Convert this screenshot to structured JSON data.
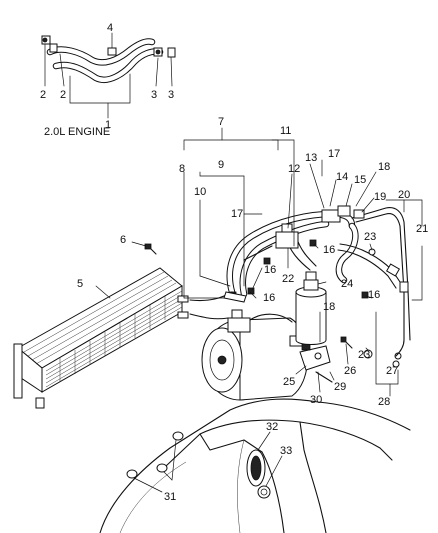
{
  "caption": "2.0L ENGINE",
  "callouts": {
    "c1": "1",
    "c2a": "2",
    "c2b": "2",
    "c3a": "3",
    "c3b": "3",
    "c4": "4",
    "c5": "5",
    "c6": "6",
    "c7": "7",
    "c8": "8",
    "c9": "9",
    "c10": "10",
    "c11": "11",
    "c12": "12",
    "c13": "13",
    "c14": "14",
    "c15": "15",
    "c16a": "16",
    "c16b": "16",
    "c16c": "16",
    "c16d": "16",
    "c17a": "17",
    "c17b": "17",
    "c18a": "18",
    "c18b": "18",
    "c19": "19",
    "c20": "20",
    "c21": "21",
    "c22": "22",
    "c23a": "23",
    "c23b": "23",
    "c24": "24",
    "c25": "25",
    "c26": "26",
    "c27": "27",
    "c28": "28",
    "c29": "29",
    "c30": "30",
    "c31": "31",
    "c32": "32",
    "c33": "33"
  }
}
